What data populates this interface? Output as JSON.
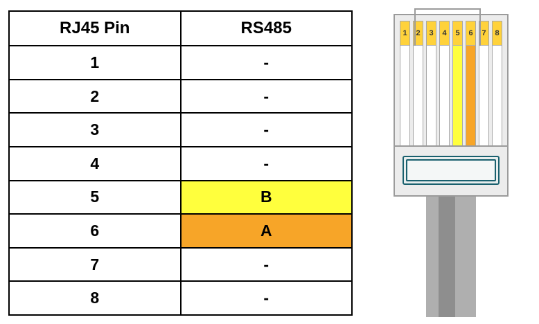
{
  "table": {
    "headers": [
      "RJ45 Pin",
      "RS485"
    ],
    "rows": [
      {
        "pin": "1",
        "rs485": "-"
      },
      {
        "pin": "2",
        "rs485": "-"
      },
      {
        "pin": "3",
        "rs485": "-"
      },
      {
        "pin": "4",
        "rs485": "-"
      },
      {
        "pin": "5",
        "rs485": "B",
        "highlight": "yellow"
      },
      {
        "pin": "6",
        "rs485": "A",
        "highlight": "orange"
      },
      {
        "pin": "7",
        "rs485": "-"
      },
      {
        "pin": "8",
        "rs485": "-"
      }
    ]
  },
  "connector": {
    "pins": [
      {
        "label": "1",
        "wire": "white"
      },
      {
        "label": "2",
        "wire": "white"
      },
      {
        "label": "3",
        "wire": "white"
      },
      {
        "label": "4",
        "wire": "white"
      },
      {
        "label": "5",
        "wire": "yellow"
      },
      {
        "label": "6",
        "wire": "orange"
      },
      {
        "label": "7",
        "wire": "white"
      },
      {
        "label": "8",
        "wire": "white"
      }
    ]
  },
  "colors": {
    "yellow": "#FFFF3D",
    "orange": "#F7A528",
    "gold": "#FFD23B",
    "white": "#FFFFFF",
    "bodyGray": "#ECECEC",
    "cableLight": "#AFAFAF",
    "cableDark": "#8E8E8E",
    "teal": "#19606E"
  }
}
